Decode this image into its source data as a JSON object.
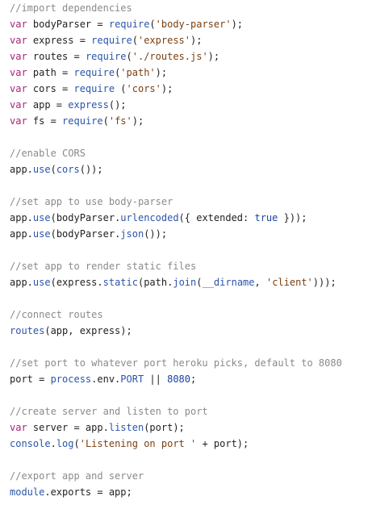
{
  "colors": {
    "comment": "#8a8a8a",
    "keyword": "#a6247a",
    "function": "#2b55a8",
    "string": "#7a3f10",
    "number": "#1a43a1",
    "text": "#222222",
    "background": "#ffffff"
  },
  "lines": [
    [
      {
        "t": "comment",
        "v": "//import dependencies"
      }
    ],
    [
      {
        "t": "keyword",
        "v": "var"
      },
      {
        "t": "plain",
        "v": " bodyParser = "
      },
      {
        "t": "func",
        "v": "require"
      },
      {
        "t": "plain",
        "v": "("
      },
      {
        "t": "string",
        "v": "'body-parser'"
      },
      {
        "t": "plain",
        "v": ");"
      }
    ],
    [
      {
        "t": "keyword",
        "v": "var"
      },
      {
        "t": "plain",
        "v": " express = "
      },
      {
        "t": "func",
        "v": "require"
      },
      {
        "t": "plain",
        "v": "("
      },
      {
        "t": "string",
        "v": "'express'"
      },
      {
        "t": "plain",
        "v": ");"
      }
    ],
    [
      {
        "t": "keyword",
        "v": "var"
      },
      {
        "t": "plain",
        "v": " routes = "
      },
      {
        "t": "func",
        "v": "require"
      },
      {
        "t": "plain",
        "v": "("
      },
      {
        "t": "string",
        "v": "'./routes.js'"
      },
      {
        "t": "plain",
        "v": ");"
      }
    ],
    [
      {
        "t": "keyword",
        "v": "var"
      },
      {
        "t": "plain",
        "v": " path = "
      },
      {
        "t": "func",
        "v": "require"
      },
      {
        "t": "plain",
        "v": "("
      },
      {
        "t": "string",
        "v": "'path'"
      },
      {
        "t": "plain",
        "v": ");"
      }
    ],
    [
      {
        "t": "keyword",
        "v": "var"
      },
      {
        "t": "plain",
        "v": " cors = "
      },
      {
        "t": "func",
        "v": "require"
      },
      {
        "t": "plain",
        "v": " ("
      },
      {
        "t": "string",
        "v": "'cors'"
      },
      {
        "t": "plain",
        "v": ");"
      }
    ],
    [
      {
        "t": "keyword",
        "v": "var"
      },
      {
        "t": "plain",
        "v": " app = "
      },
      {
        "t": "func",
        "v": "express"
      },
      {
        "t": "plain",
        "v": "();"
      }
    ],
    [
      {
        "t": "keyword",
        "v": "var"
      },
      {
        "t": "plain",
        "v": " fs = "
      },
      {
        "t": "func",
        "v": "require"
      },
      {
        "t": "plain",
        "v": "("
      },
      {
        "t": "string",
        "v": "'fs'"
      },
      {
        "t": "plain",
        "v": ");"
      }
    ],
    [],
    [
      {
        "t": "comment",
        "v": "//enable CORS"
      }
    ],
    [
      {
        "t": "plain",
        "v": "app."
      },
      {
        "t": "func",
        "v": "use"
      },
      {
        "t": "plain",
        "v": "("
      },
      {
        "t": "func",
        "v": "cors"
      },
      {
        "t": "plain",
        "v": "());"
      }
    ],
    [],
    [
      {
        "t": "comment",
        "v": "//set app to use body-parser"
      }
    ],
    [
      {
        "t": "plain",
        "v": "app."
      },
      {
        "t": "func",
        "v": "use"
      },
      {
        "t": "plain",
        "v": "(bodyParser."
      },
      {
        "t": "func",
        "v": "urlencoded"
      },
      {
        "t": "plain",
        "v": "({ extended: "
      },
      {
        "t": "bool",
        "v": "true"
      },
      {
        "t": "plain",
        "v": " }));"
      }
    ],
    [
      {
        "t": "plain",
        "v": "app."
      },
      {
        "t": "func",
        "v": "use"
      },
      {
        "t": "plain",
        "v": "(bodyParser."
      },
      {
        "t": "func",
        "v": "json"
      },
      {
        "t": "plain",
        "v": "());"
      }
    ],
    [],
    [
      {
        "t": "comment",
        "v": "//set app to render static files"
      }
    ],
    [
      {
        "t": "plain",
        "v": "app."
      },
      {
        "t": "func",
        "v": "use"
      },
      {
        "t": "plain",
        "v": "(express."
      },
      {
        "t": "func",
        "v": "static"
      },
      {
        "t": "plain",
        "v": "(path."
      },
      {
        "t": "func",
        "v": "join"
      },
      {
        "t": "plain",
        "v": "("
      },
      {
        "t": "builtin",
        "v": "__dirname"
      },
      {
        "t": "plain",
        "v": ", "
      },
      {
        "t": "string",
        "v": "'client'"
      },
      {
        "t": "plain",
        "v": ")));"
      }
    ],
    [],
    [
      {
        "t": "comment",
        "v": "//connect routes"
      }
    ],
    [
      {
        "t": "func",
        "v": "routes"
      },
      {
        "t": "plain",
        "v": "(app, express);"
      }
    ],
    [],
    [
      {
        "t": "comment",
        "v": "//set port to whatever port heroku picks, default to 8080"
      }
    ],
    [
      {
        "t": "plain",
        "v": "port = "
      },
      {
        "t": "builtin",
        "v": "process"
      },
      {
        "t": "plain",
        "v": ".env."
      },
      {
        "t": "builtin",
        "v": "PORT"
      },
      {
        "t": "plain",
        "v": " || "
      },
      {
        "t": "number",
        "v": "8080"
      },
      {
        "t": "plain",
        "v": ";"
      }
    ],
    [],
    [
      {
        "t": "comment",
        "v": "//create server and listen to port"
      }
    ],
    [
      {
        "t": "keyword",
        "v": "var"
      },
      {
        "t": "plain",
        "v": " server = app."
      },
      {
        "t": "func",
        "v": "listen"
      },
      {
        "t": "plain",
        "v": "(port);"
      }
    ],
    [
      {
        "t": "builtin",
        "v": "console"
      },
      {
        "t": "plain",
        "v": "."
      },
      {
        "t": "func",
        "v": "log"
      },
      {
        "t": "plain",
        "v": "("
      },
      {
        "t": "string",
        "v": "'Listening on port '"
      },
      {
        "t": "plain",
        "v": " + port);"
      }
    ],
    [],
    [
      {
        "t": "comment",
        "v": "//export app and server"
      }
    ],
    [
      {
        "t": "builtin",
        "v": "module"
      },
      {
        "t": "plain",
        "v": ".exports = app;"
      }
    ]
  ]
}
